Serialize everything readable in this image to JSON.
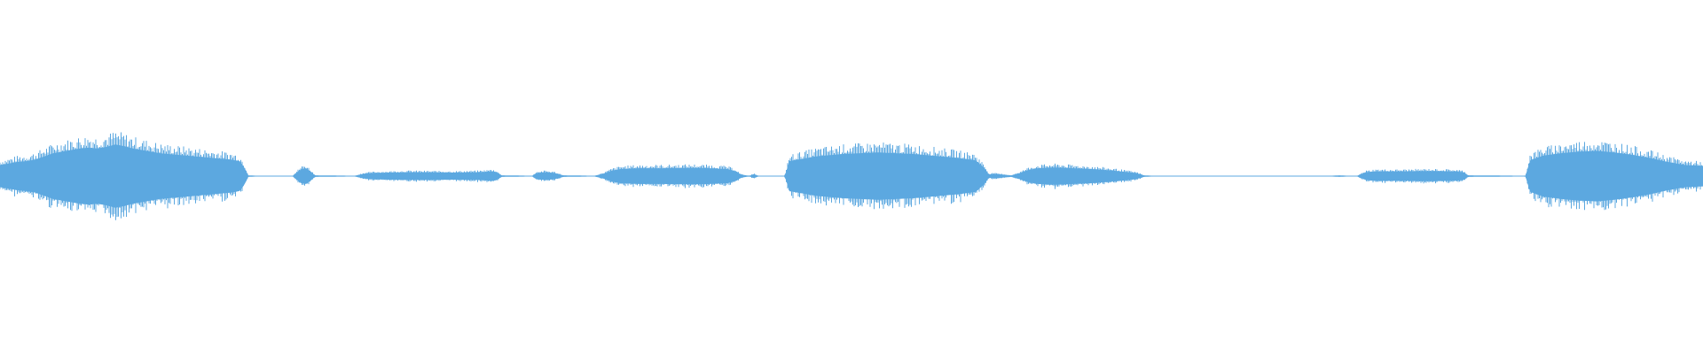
{
  "waveform": {
    "color": "#5ca8e0",
    "baseline_color": "#5ca8e0",
    "envelope": [
      [
        0.0,
        0.28
      ],
      [
        0.0052,
        0.32
      ],
      [
        0.0104,
        0.36
      ],
      [
        0.0156,
        0.38
      ],
      [
        0.0208,
        0.42
      ],
      [
        0.026,
        0.5
      ],
      [
        0.0313,
        0.58
      ],
      [
        0.0365,
        0.62
      ],
      [
        0.0417,
        0.66
      ],
      [
        0.0469,
        0.7
      ],
      [
        0.0521,
        0.72
      ],
      [
        0.0573,
        0.7
      ],
      [
        0.0625,
        0.74
      ],
      [
        0.0677,
        0.8
      ],
      [
        0.0729,
        0.76
      ],
      [
        0.0781,
        0.7
      ],
      [
        0.0833,
        0.66
      ],
      [
        0.0885,
        0.62
      ],
      [
        0.0938,
        0.58
      ],
      [
        0.099,
        0.56
      ],
      [
        0.1042,
        0.54
      ],
      [
        0.1094,
        0.52
      ],
      [
        0.1146,
        0.5
      ],
      [
        0.1198,
        0.48
      ],
      [
        0.125,
        0.46
      ],
      [
        0.1302,
        0.44
      ],
      [
        0.1354,
        0.42
      ],
      [
        0.1406,
        0.38
      ],
      [
        0.1432,
        0.24
      ],
      [
        0.1458,
        0.02
      ],
      [
        0.151,
        0.01
      ],
      [
        0.1719,
        0.01
      ],
      [
        0.1745,
        0.1
      ],
      [
        0.1771,
        0.18
      ],
      [
        0.1797,
        0.2
      ],
      [
        0.1823,
        0.12
      ],
      [
        0.1849,
        0.02
      ],
      [
        0.2083,
        0.01
      ],
      [
        0.2135,
        0.06
      ],
      [
        0.2188,
        0.08
      ],
      [
        0.2396,
        0.1
      ],
      [
        0.2656,
        0.09
      ],
      [
        0.2813,
        0.1
      ],
      [
        0.2891,
        0.12
      ],
      [
        0.2917,
        0.1
      ],
      [
        0.2943,
        0.02
      ],
      [
        0.3125,
        0.01
      ],
      [
        0.3151,
        0.08
      ],
      [
        0.3203,
        0.1
      ],
      [
        0.3255,
        0.08
      ],
      [
        0.3307,
        0.02
      ],
      [
        0.349,
        0.01
      ],
      [
        0.3542,
        0.06
      ],
      [
        0.3594,
        0.14
      ],
      [
        0.3646,
        0.18
      ],
      [
        0.375,
        0.2
      ],
      [
        0.3906,
        0.2
      ],
      [
        0.4063,
        0.21
      ],
      [
        0.4167,
        0.2
      ],
      [
        0.4271,
        0.18
      ],
      [
        0.4323,
        0.12
      ],
      [
        0.4349,
        0.04
      ],
      [
        0.4401,
        0.01
      ],
      [
        0.4427,
        0.05
      ],
      [
        0.4453,
        0.01
      ],
      [
        0.4609,
        0.01
      ],
      [
        0.4635,
        0.38
      ],
      [
        0.4688,
        0.42
      ],
      [
        0.4792,
        0.5
      ],
      [
        0.4948,
        0.56
      ],
      [
        0.5052,
        0.58
      ],
      [
        0.5156,
        0.6
      ],
      [
        0.526,
        0.58
      ],
      [
        0.5365,
        0.56
      ],
      [
        0.5469,
        0.52
      ],
      [
        0.5625,
        0.46
      ],
      [
        0.5729,
        0.4
      ],
      [
        0.5781,
        0.2
      ],
      [
        0.5807,
        0.04
      ],
      [
        0.5833,
        0.06
      ],
      [
        0.5885,
        0.04
      ],
      [
        0.5938,
        0.02
      ],
      [
        0.599,
        0.08
      ],
      [
        0.6042,
        0.16
      ],
      [
        0.6094,
        0.2
      ],
      [
        0.6198,
        0.22
      ],
      [
        0.6302,
        0.2
      ],
      [
        0.6406,
        0.18
      ],
      [
        0.6536,
        0.14
      ],
      [
        0.6667,
        0.08
      ],
      [
        0.6719,
        0.02
      ],
      [
        0.6771,
        0.01
      ],
      [
        0.7813,
        0.01
      ],
      [
        0.7865,
        0.02
      ],
      [
        0.7917,
        0.01
      ],
      [
        0.7969,
        0.01
      ],
      [
        0.8021,
        0.1
      ],
      [
        0.8073,
        0.12
      ],
      [
        0.8229,
        0.12
      ],
      [
        0.8385,
        0.13
      ],
      [
        0.8542,
        0.12
      ],
      [
        0.8594,
        0.1
      ],
      [
        0.862,
        0.02
      ],
      [
        0.8958,
        0.01
      ],
      [
        0.8984,
        0.4
      ],
      [
        0.9063,
        0.52
      ],
      [
        0.9167,
        0.58
      ],
      [
        0.9271,
        0.62
      ],
      [
        0.9375,
        0.64
      ],
      [
        0.9479,
        0.6
      ],
      [
        0.9583,
        0.54
      ],
      [
        0.9688,
        0.46
      ],
      [
        0.9792,
        0.36
      ],
      [
        0.9896,
        0.28
      ],
      [
        1.0,
        0.26
      ]
    ]
  }
}
